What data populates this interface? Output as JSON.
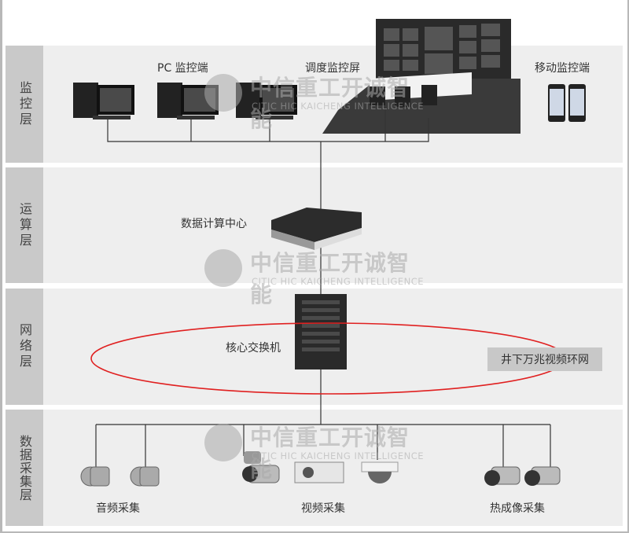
{
  "layers": [
    "监控层",
    "运算层",
    "网络层",
    "数据采集层"
  ],
  "monitor": {
    "pc_label": "PC 监控端",
    "screen_label": "调度监控屏",
    "mobile_label": "移动监控端"
  },
  "compute": {
    "server_label": "数据计算中心"
  },
  "network": {
    "switch_label": "核心交换机",
    "ring_label": "井下万兆视频环网",
    "ring_color": "#e02020"
  },
  "collect": {
    "audio_label": "音频采集",
    "video_label": "视频采集",
    "thermal_label": "热成像采集"
  },
  "watermark": {
    "cn": "中信重工开诚智能",
    "en": "CITIC HIC KAICHENG INTELLIGENCE"
  }
}
